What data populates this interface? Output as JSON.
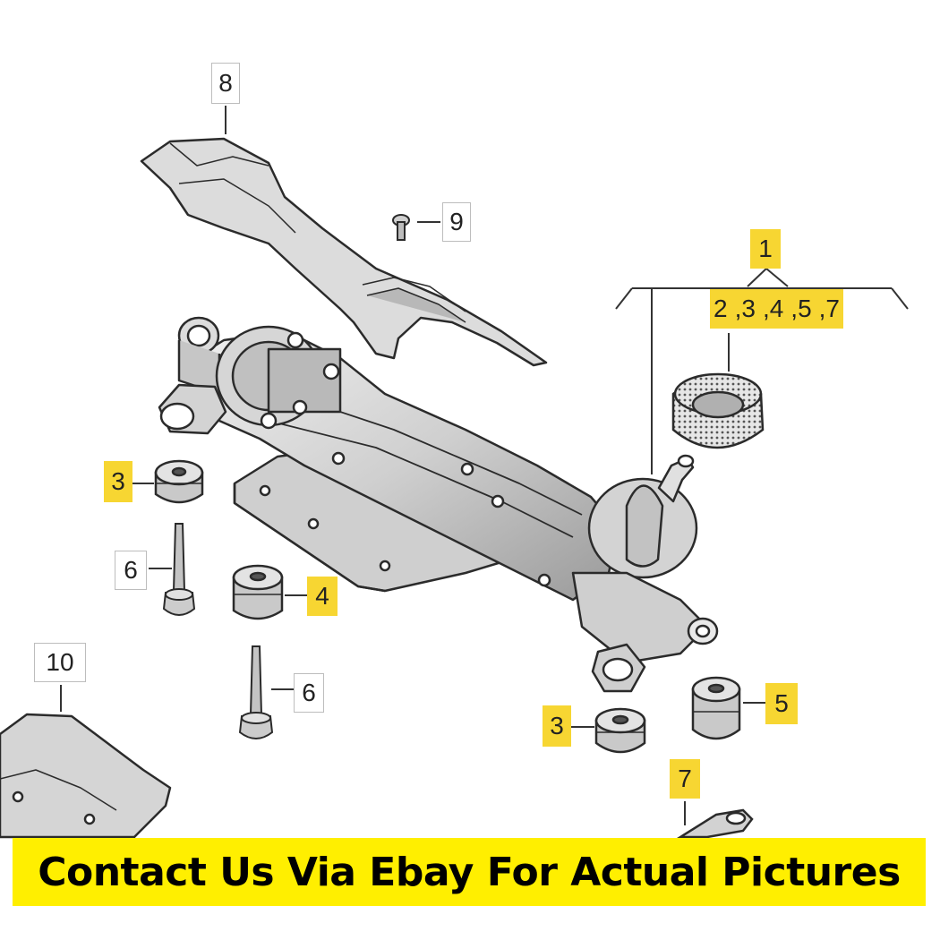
{
  "callouts": {
    "c8": "8",
    "c9": "9",
    "c1": "1",
    "group": [
      "2",
      ",3",
      ",4",
      ",5",
      ",7"
    ],
    "c3a": "3",
    "c6a": "6",
    "c4": "4",
    "c10": "10",
    "c6b": "6",
    "c5": "5",
    "c3b": "3",
    "c7": "7"
  },
  "banner": {
    "text": "Contact Us Via Ebay For Actual Pictures"
  },
  "colors": {
    "highlight": "#f7d632",
    "banner": "#ffef00",
    "part_fill": "#d9d9d9",
    "part_stroke": "#2b2b2b"
  }
}
